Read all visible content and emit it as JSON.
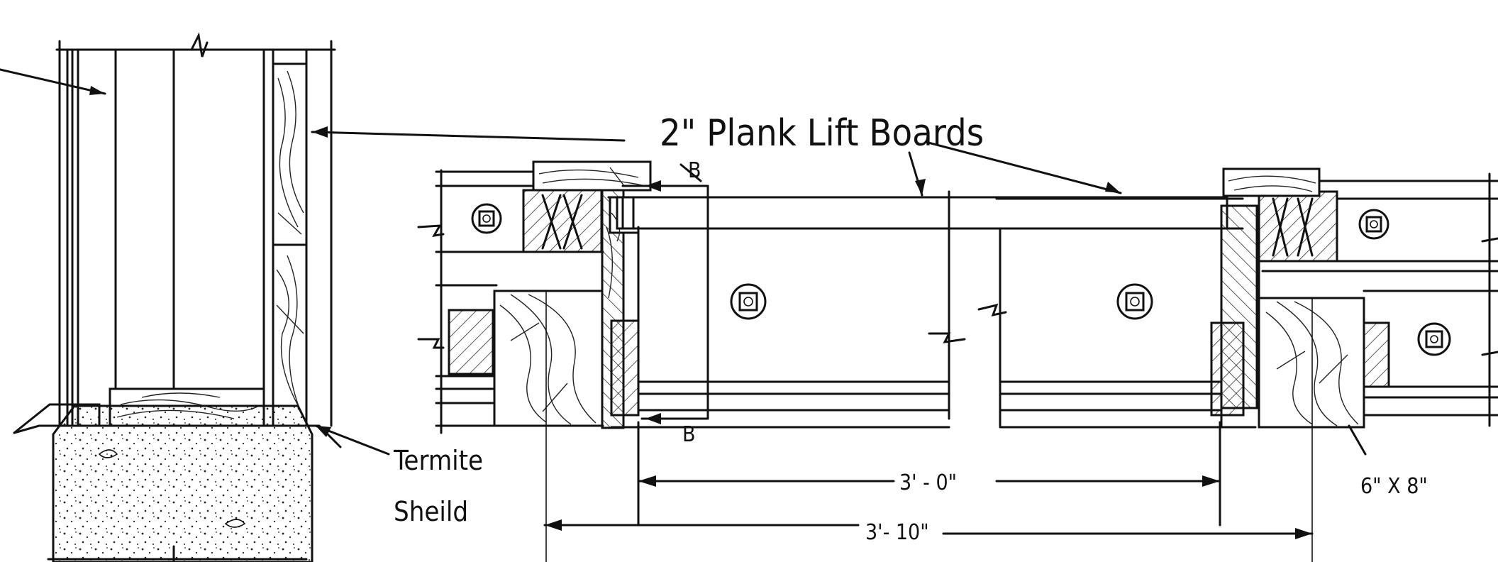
{
  "labels": {
    "plank_lift_boards": "2\" Plank  Lift Boards",
    "section_marker_top": "B",
    "section_marker_bottom": "B",
    "termite_line1": "Termite",
    "termite_line2": "Sheild",
    "dim_inner": "3' - 0\"",
    "dim_outer": "3'- 10\"",
    "post_size": "6\" X 8\""
  }
}
